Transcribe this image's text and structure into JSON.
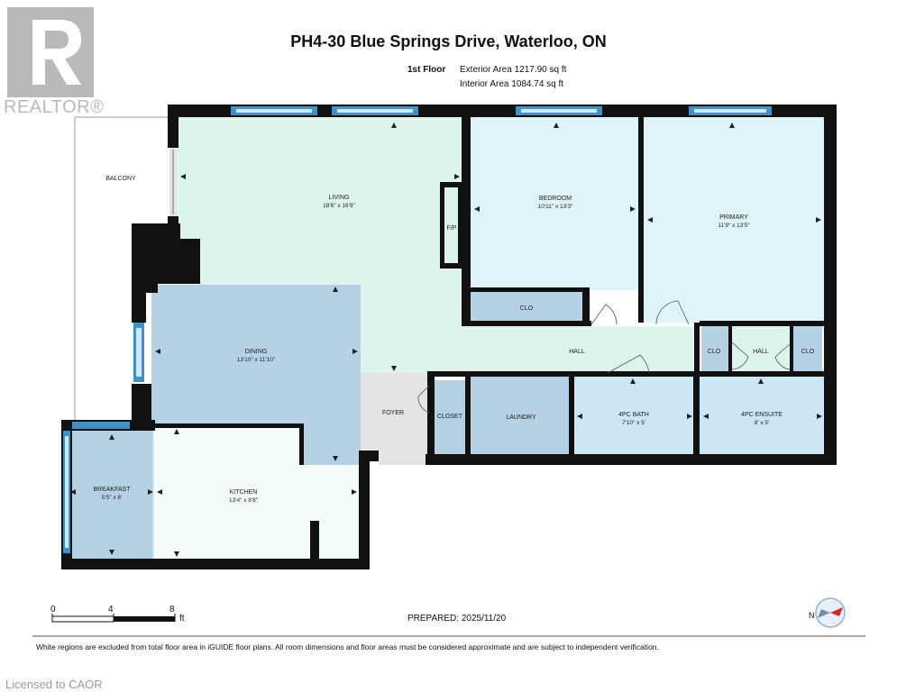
{
  "branding": {
    "logo_text": "R",
    "realtor_label": "REALTOR®"
  },
  "header": {
    "title": "PH4-30 Blue Springs Drive, Waterloo, ON",
    "floor_label": "1st Floor",
    "exterior_area": "Exterior Area 1217.90 sq ft",
    "interior_area": "Interior Area 1084.74 sq ft"
  },
  "rooms": {
    "balcony": {
      "name": "BALCONY"
    },
    "living": {
      "name": "LIVING",
      "dims": "18'6\" x 16'9\""
    },
    "fireplace": {
      "name": "F/P"
    },
    "bedroom": {
      "name": "BEDROOM",
      "dims": "10'11\" x 13'3\""
    },
    "primary": {
      "name": "PRIMARY",
      "dims": "11'9\" x 13'5\""
    },
    "clo_bedroom": {
      "name": "CLO"
    },
    "hall_main": {
      "name": "HALL"
    },
    "clo_left": {
      "name": "CLO"
    },
    "hall_small": {
      "name": "HALL"
    },
    "clo_right": {
      "name": "CLO"
    },
    "dining": {
      "name": "DINING",
      "dims": "13'10\" x 11'10\""
    },
    "foyer": {
      "name": "FOYER"
    },
    "closet": {
      "name": "CLOSET"
    },
    "laundry": {
      "name": "LAUNDRY"
    },
    "bath": {
      "name": "4PC BATH",
      "dims": "7'10\" x 5'"
    },
    "ensuite": {
      "name": "4PC ENSUITE",
      "dims": "8' x 5'"
    },
    "breakfast": {
      "name": "BREAKFAST",
      "dims": "5'5\" x 8'"
    },
    "kitchen": {
      "name": "KITCHEN",
      "dims": "13'4\" x 8'8\""
    }
  },
  "scale": {
    "zero": "0",
    "four": "4",
    "eight": "8",
    "unit": "ft"
  },
  "footer": {
    "prepared": "PREPARED: 2025/11/20",
    "disclaimer": "White regions are excluded from total floor area in iGUIDE floor plans. All room dimensions and floor areas must be considered approximate and are subject to independent verification.",
    "licensed": "Licensed to CAOR"
  },
  "colors": {
    "wall": "#111111",
    "light_blue": "#dff4f8",
    "mint": "#dcf3ee",
    "steel_blue": "#b6d1e3",
    "mid_blue": "#cde6f5",
    "window": "#3f92c9",
    "foyer_gray": "#e4e4e4",
    "logo_gray": "#b9b9b9"
  }
}
